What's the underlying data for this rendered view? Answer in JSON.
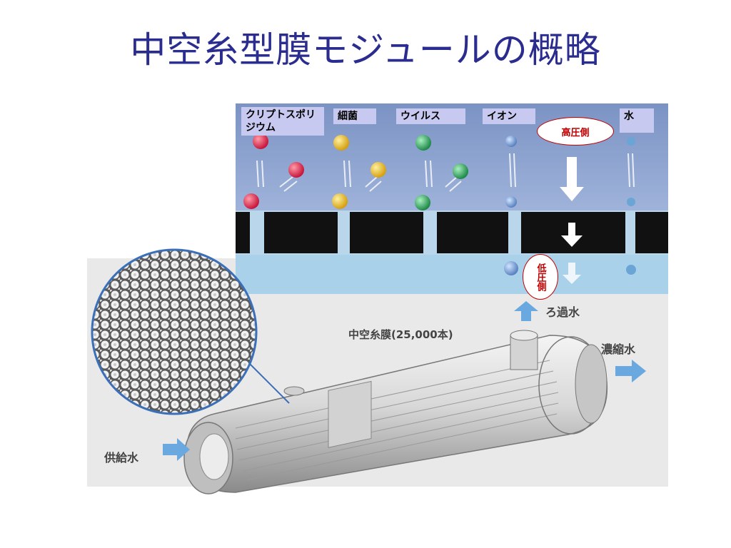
{
  "title": "中空糸型膜モジュールの概略",
  "filters": {
    "crypto": "クリプトスポリジウム",
    "bacteria": "細菌",
    "virus": "ウイルス",
    "ion": "イオン",
    "water": "水"
  },
  "sides": {
    "high": "高圧側",
    "low": "低圧側"
  },
  "module": {
    "membrane": "中空糸膜(25,000本)",
    "filtrate": "ろ過水",
    "concentrate": "濃縮水",
    "feed": "供給水"
  },
  "colors": {
    "title": "#2a2d8f",
    "crypto": "#e0264a",
    "bacteria": "#e6b820",
    "virus": "#2f9a58",
    "ion": "#6e94c8",
    "oval_border": "#c00000"
  }
}
